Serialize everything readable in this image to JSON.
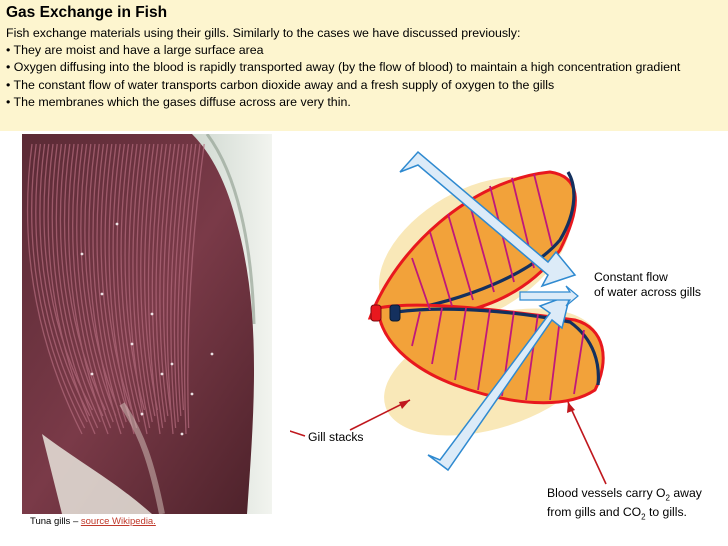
{
  "header": {
    "title": "Gas Exchange in Fish",
    "intro": "Fish exchange materials using their gills.  Similarly to the cases we have discussed previously:",
    "bullets": [
      "• They are moist and have a large surface area",
      "• Oxygen diffusing into the blood is rapidly transported away (by the flow of blood) to maintain a high concentration gradient",
      "• The constant flow of water transports carbon dioxide away and a fresh supply of oxygen to the gills",
      "• The membranes which the gases diffuse across are very thin."
    ]
  },
  "photo": {
    "caption_prefix": "Tuna gills – ",
    "caption_link": "source Wikipedia."
  },
  "labels": {
    "water_flow": [
      "Constant flow",
      "of water across gills"
    ],
    "gill_stacks": "Gill stacks",
    "blood_line1_a": "Blood vessels carry O",
    "blood_line1_sub": "2",
    "blood_line1_b": " away",
    "blood_line2_a": "from gills and CO",
    "blood_line2_sub": "2",
    "blood_line2_b": " to gills."
  },
  "colors": {
    "header_bg": "#fdf5cf",
    "gill_fill": "#f2a23a",
    "vessel_red": "#e8181e",
    "vessel_blue": "#14305e",
    "lamella": "#c0187a",
    "arrow_fill": "#dcebf8",
    "arrow_stroke": "#2f8ad0",
    "pointer": "#c0181e"
  }
}
